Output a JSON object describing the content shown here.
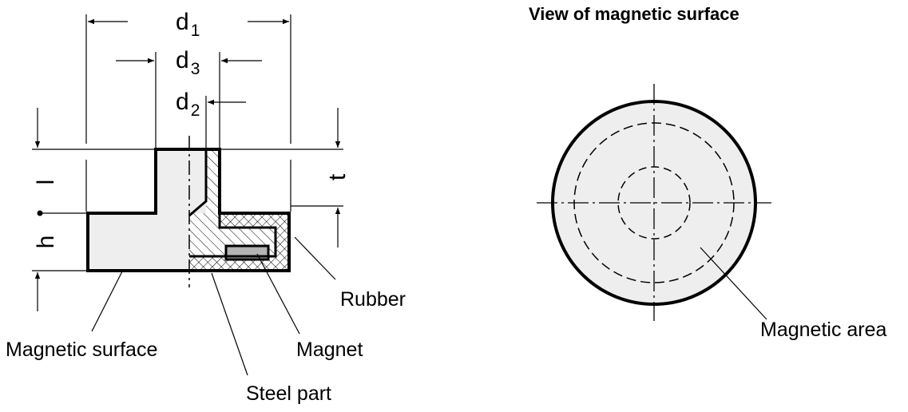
{
  "left_view": {
    "dimensions": {
      "d1": {
        "main": "d",
        "sub": "1"
      },
      "d3": {
        "main": "d",
        "sub": "3"
      },
      "d2": {
        "main": "d",
        "sub": "2"
      },
      "h": "h",
      "l": "l",
      "t": "t"
    },
    "labels": {
      "rubber": "Rubber",
      "magnetic_surface": "Magnetic surface",
      "magnet": "Magnet",
      "steel_part": "Steel part"
    }
  },
  "right_view": {
    "title": "View of magnetic surface",
    "label": "Magnetic area"
  },
  "colors": {
    "line": "#000000",
    "fill": "#eeeeee",
    "magnet": "#b4b4b4",
    "background": "#ffffff"
  }
}
